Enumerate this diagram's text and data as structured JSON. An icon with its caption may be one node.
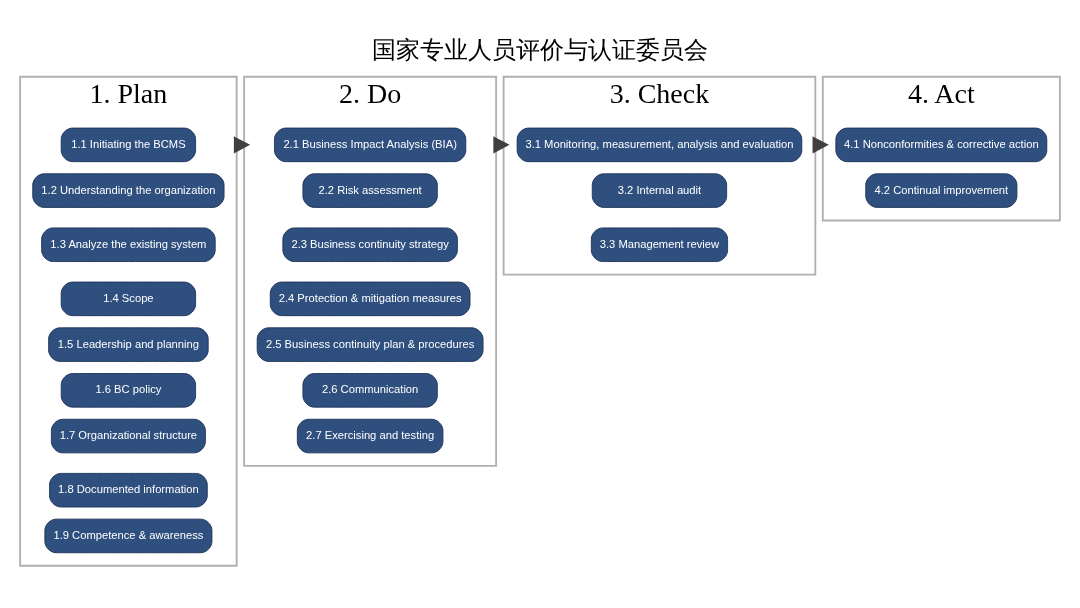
{
  "diagram": {
    "title": "国家专业人员评价与认证委员会",
    "nodes": [
      {
        "text": [
          "1. Plan"
        ]
      },
      {
        "text": [
          "1.1 Initiating the BCMS"
        ],
        "in": 0
      },
      {
        "text": [
          "1.2 Understanding the organization"
        ],
        "in": 0
      },
      {
        "text": [
          "1.3 Analyze the existing system"
        ],
        "in": 0
      },
      {
        "text": [
          "1.4 Scope"
        ],
        "in": 0
      },
      {
        "text": [
          "1.5 Leadership and planning"
        ],
        "in": 0
      },
      {
        "text": [
          "1.6 BC policy"
        ],
        "in": 0
      },
      {
        "text": [
          "1.7 Organizational structure"
        ],
        "in": 0
      },
      {
        "text": [
          "1.8 Documented information"
        ],
        "in": 0
      },
      {
        "text": [
          "1.9 Competence & awareness"
        ],
        "in": 0
      },
      {
        "text": [
          "2. Do"
        ]
      },
      {
        "text": [
          "2.1 Business Impact Analysis (BIA)"
        ],
        "in": 10
      },
      {
        "text": [
          "2.2 Risk assessment"
        ],
        "in": 10
      },
      {
        "text": [
          "2.3 Business continuity strategy"
        ],
        "in": 10
      },
      {
        "text": [
          "2.4 Protection & mitigation measures"
        ],
        "in": 10
      },
      {
        "text": [
          "2.5 Business continuity plan & procedures"
        ],
        "in": 10
      },
      {
        "text": [
          "2.6 Communication"
        ],
        "in": 10
      },
      {
        "text": [
          "2.7 Exercising and testing"
        ],
        "in": 10
      },
      {
        "text": [
          "3. Check"
        ]
      },
      {
        "text": [
          "3.1 Monitoring, measurement, analysis and evaluation"
        ],
        "in": 18
      },
      {
        "text": [
          "3.2 Internal audit"
        ],
        "in": 18
      },
      {
        "text": [
          "3.3 Management review"
        ],
        "in": 18
      },
      {
        "text": [
          "4. Act"
        ]
      },
      {
        "text": [
          "4.1 Nonconformities & corrective action"
        ],
        "in": 22
      },
      {
        "text": [
          "4.2 Continual improvement"
        ],
        "in": 22
      }
    ],
    "edges": [
      {
        "from": 0,
        "to": 10,
        "arrow": "to",
        "style": "thick"
      },
      {
        "from": 10,
        "to": 18,
        "arrow": "to",
        "style": "thick"
      },
      {
        "from": 18,
        "to": 22,
        "arrow": "to",
        "style": "thick"
      }
    ]
  }
}
